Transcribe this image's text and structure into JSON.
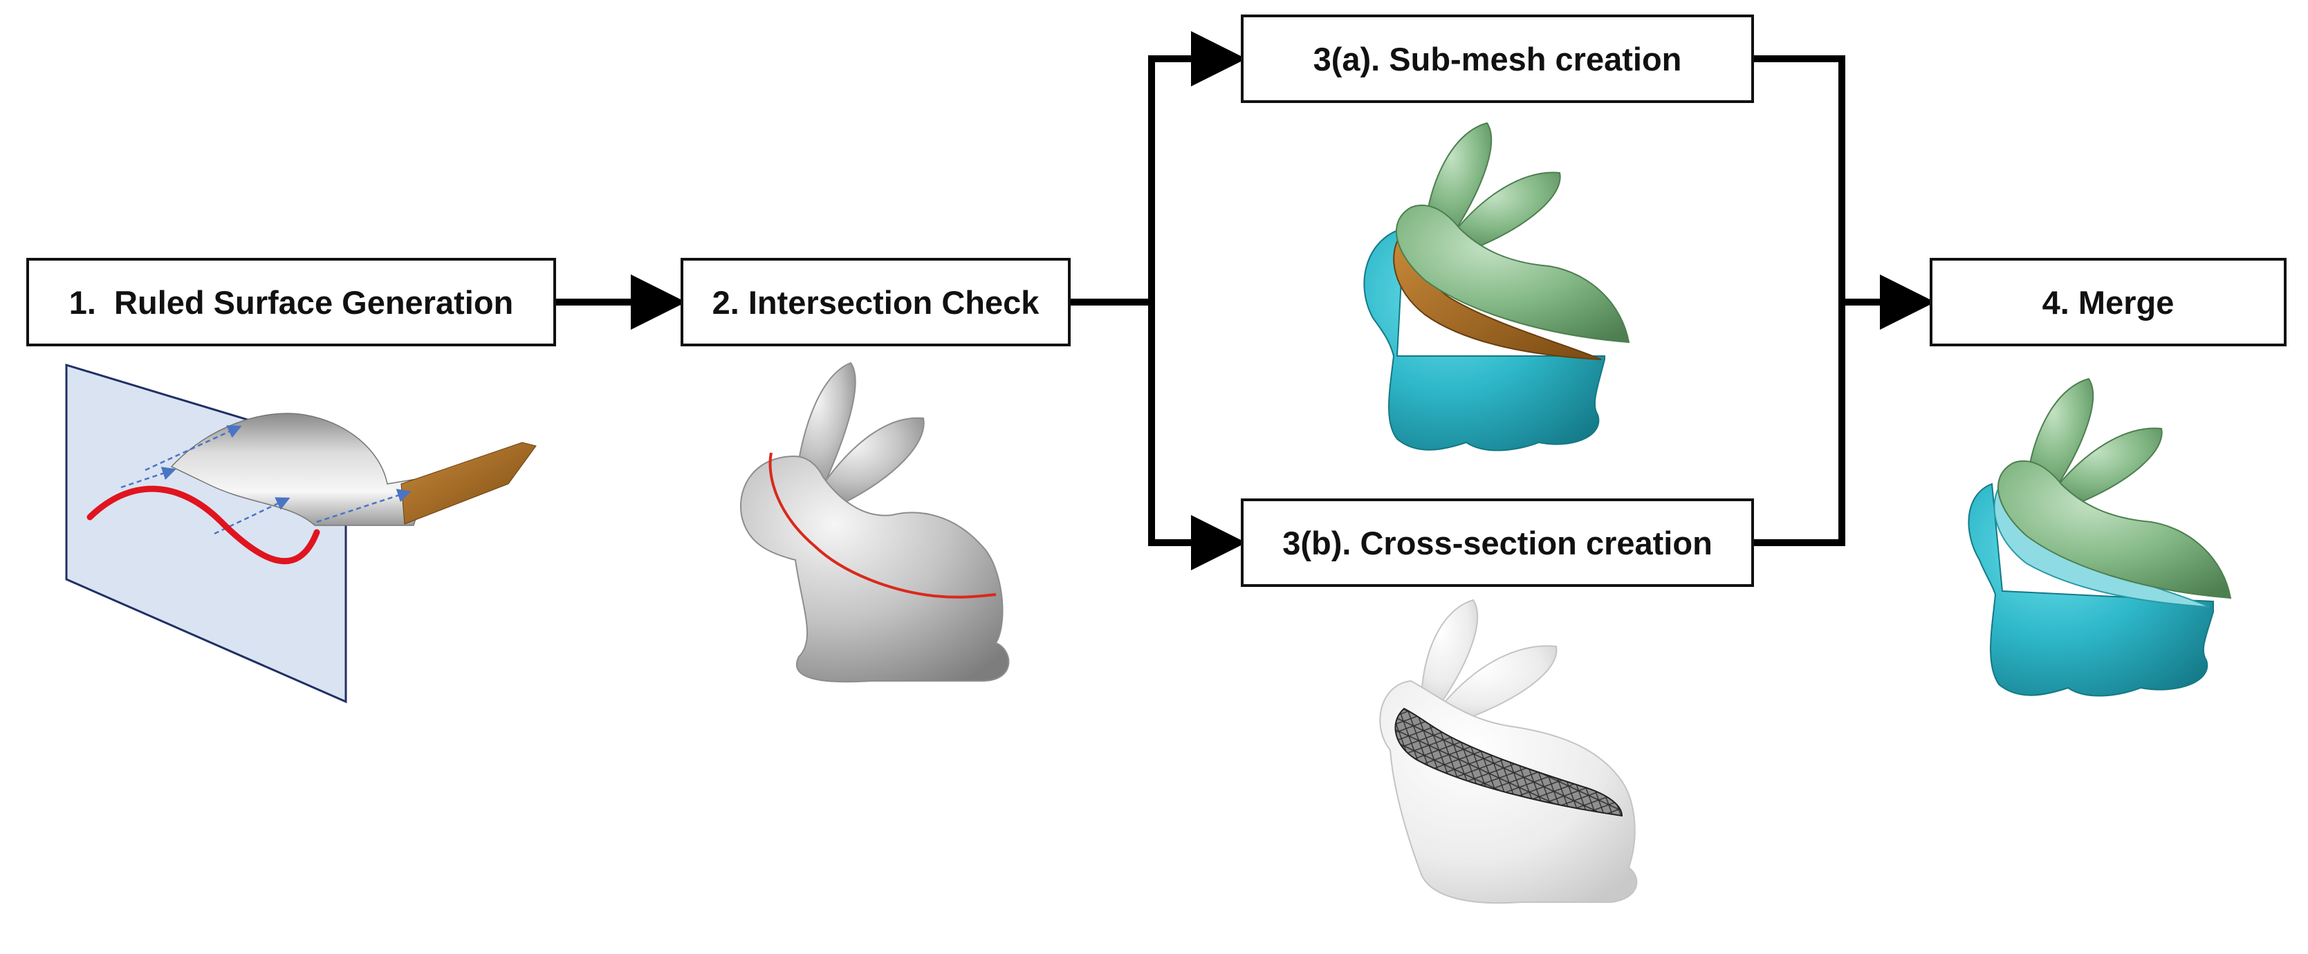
{
  "steps": {
    "ruled_surface": "1.  Ruled Surface Generation",
    "intersection_check": "2. Intersection Check",
    "sub_mesh": "3(a). Sub-mesh creation",
    "cross_section": "3(b). Cross-section creation",
    "merge": "4. Merge"
  },
  "colors": {
    "connector": "#000000",
    "curve": "#e0141e",
    "plane": "#d3deef",
    "ruling_arrow": "#4a74c4",
    "bunny_gray": "#c4c4c4",
    "bunny_cyan": "#2eb8c9",
    "bunny_green": "#84b886",
    "cut_surface": "#a4661f"
  }
}
